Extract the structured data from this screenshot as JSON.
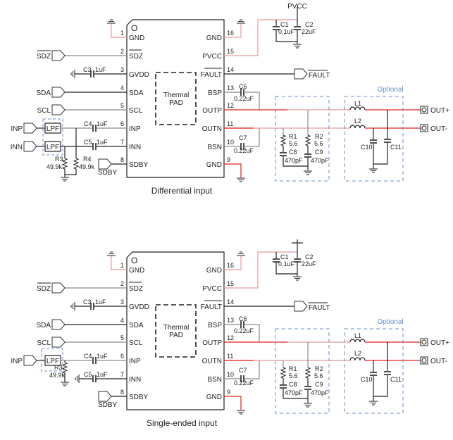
{
  "captions": [
    "Differential input",
    "Single-ended input"
  ],
  "chip": {
    "pin1_marker": "O",
    "thermal_pad": [
      "Thermal",
      "PAD"
    ],
    "left_pins": [
      {
        "num": "1",
        "name": "GND"
      },
      {
        "num": "2",
        "name": "SDZ"
      },
      {
        "num": "3",
        "name": "GVDD"
      },
      {
        "num": "4",
        "name": "SDA"
      },
      {
        "num": "5",
        "name": "SCL"
      },
      {
        "num": "6",
        "name": "INP"
      },
      {
        "num": "7",
        "name": "INN"
      },
      {
        "num": "8",
        "name": "SDBY"
      }
    ],
    "right_pins": [
      {
        "num": "16",
        "name": "GND"
      },
      {
        "num": "15",
        "name": "PVCC"
      },
      {
        "num": "14",
        "name": "FAULT"
      },
      {
        "num": "13",
        "name": "BSP"
      },
      {
        "num": "12",
        "name": "OUTP"
      },
      {
        "num": "11",
        "name": "OUTN"
      },
      {
        "num": "10",
        "name": "BSN"
      },
      {
        "num": "9",
        "name": "GND"
      }
    ]
  },
  "nets": {
    "sdz": "SDZ",
    "sda": "SDA",
    "scl": "SCL",
    "inp": "INP",
    "inn": "INN",
    "sdby": "SDBY",
    "fault": "FAULT",
    "pvcc": "PVCC",
    "out_plus": "OUT+",
    "out_minus": "OUT-"
  },
  "filter_block": "LPF",
  "optional_label": "Optional",
  "components": {
    "C1": {
      "ref": "C1",
      "value": "0.1uF"
    },
    "C2": {
      "ref": "C2",
      "value": "22uF"
    },
    "C3": {
      "ref": "C3",
      "value": "1uF"
    },
    "C4": {
      "ref": "C4",
      "value": "1uF"
    },
    "C5": {
      "ref": "C5",
      "value": "1uF"
    },
    "C6": {
      "ref": "C6",
      "value": "0.22uF"
    },
    "C7": {
      "ref": "C7",
      "value": "0.22uF"
    },
    "C8": {
      "ref": "C8",
      "value": "470pF"
    },
    "C9": {
      "ref": "C9",
      "value": "470pF"
    },
    "C10": {
      "ref": "C10"
    },
    "C11": {
      "ref": "C11"
    },
    "R1": {
      "ref": "R1",
      "value": "5.6"
    },
    "R2": {
      "ref": "R2",
      "value": "5.6"
    },
    "R3": {
      "ref": "R3",
      "value": "49.9k"
    },
    "R4": {
      "ref": "R4",
      "value": "49.9k"
    },
    "L1": {
      "ref": "L1"
    },
    "L2": {
      "ref": "L2"
    }
  },
  "colors": {
    "power_wire": "#e02020",
    "power_wire_light": "#e89a9a",
    "signal_wire": "#222222",
    "gray_wire": "#8a8a8a",
    "optional_box": "#6a8fc8"
  }
}
